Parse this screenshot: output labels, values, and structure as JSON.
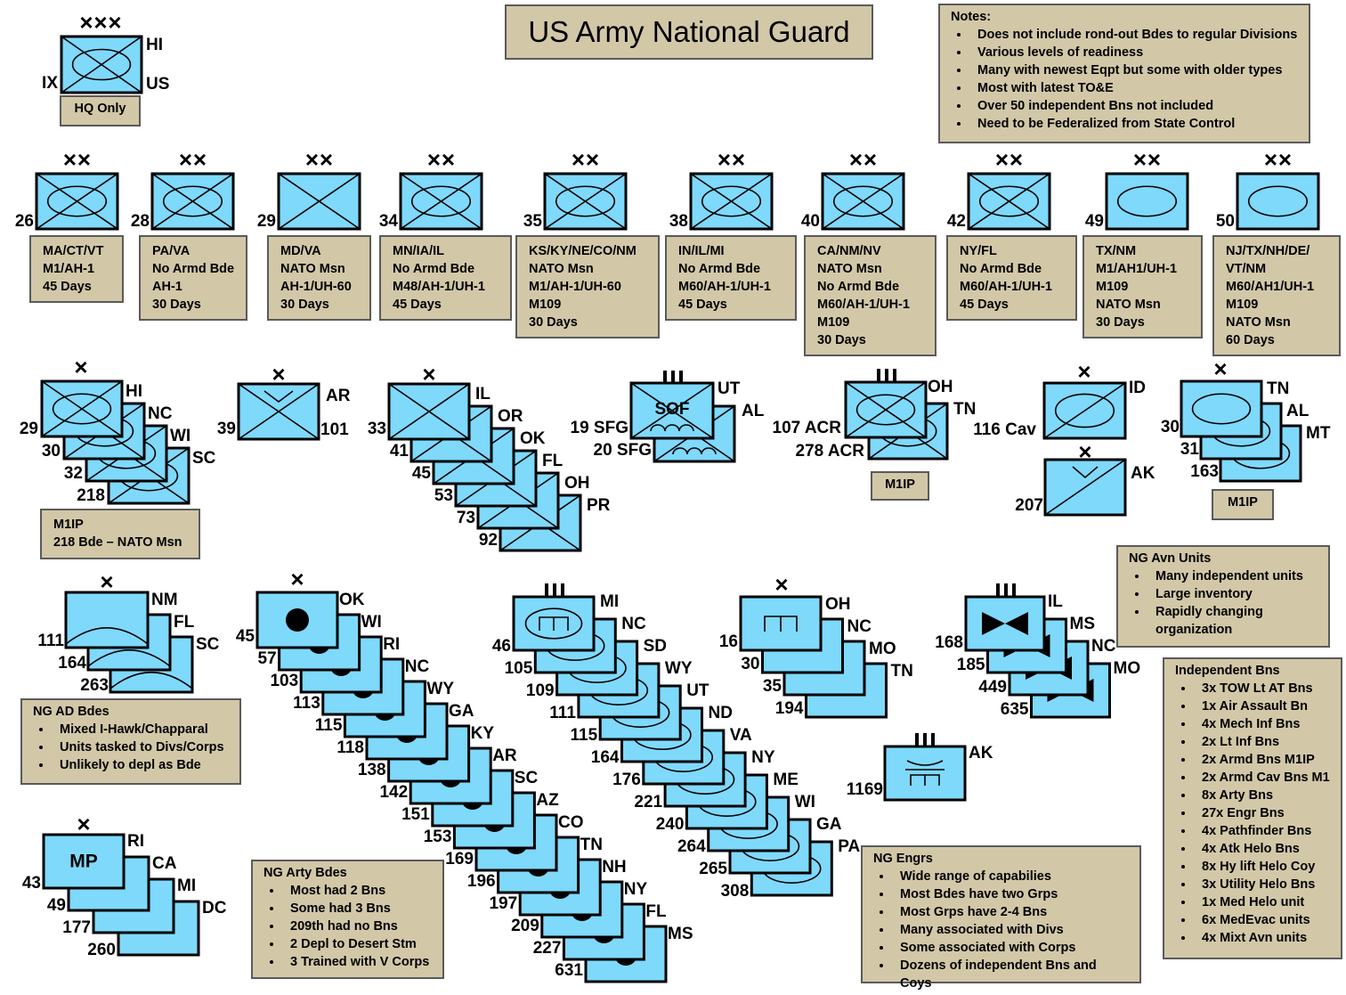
{
  "title": "US Army National Guard",
  "colors": {
    "unit_fill": "#7fd9fb",
    "note_fill": "#d2c8a8",
    "border": "#000000"
  },
  "notes": {
    "title": "Notes:",
    "items": [
      "Does not include rond-out Bdes to regular Divisions",
      "Various levels of readiness",
      "Many with newest Eqpt but some with older types",
      "Most with latest TO&E",
      "Over 50 independent Bns not included",
      "Need to be Federalized from State Control"
    ]
  },
  "corps": {
    "echelon": "XXX",
    "left": "IX",
    "top_right": "HI",
    "right": "US",
    "note": "HQ Only"
  },
  "divisions": [
    {
      "num": "26",
      "lines": [
        "MA/CT/VT",
        "M1/AH-1",
        "45 Days"
      ]
    },
    {
      "num": "28",
      "lines": [
        "PA/VA",
        "No Armd Bde",
        "AH-1",
        "30 Days"
      ]
    },
    {
      "num": "29",
      "lines": [
        "MD/VA",
        "NATO Msn",
        "AH-1/UH-60",
        "30 Days"
      ]
    },
    {
      "num": "34",
      "lines": [
        "MN/IA/IL",
        "No Armd Bde",
        "M48/AH-1/UH-1",
        "45 Days"
      ]
    },
    {
      "num": "35",
      "lines": [
        "KS/KY/NE/CO/NM",
        "NATO Msn",
        "M1/AH-1/UH-60",
        "M109",
        "30 Days"
      ]
    },
    {
      "num": "38",
      "lines": [
        "IN/IL/MI",
        "No Armd Bde",
        "M60/AH-1/UH-1",
        "45 Days"
      ]
    },
    {
      "num": "40",
      "lines": [
        "CA/NM/NV",
        "NATO Msn",
        "No Armd Bde",
        "M60/AH-1/UH-1",
        "M109",
        "30 Days"
      ]
    },
    {
      "num": "42",
      "lines": [
        "NY/FL",
        "No Armd Bde",
        "M60/AH-1/UH-1",
        "45 Days"
      ]
    },
    {
      "num": "49",
      "lines": [
        "TX/NM",
        "M1/AH1/UH-1",
        "M109",
        "NATO Msn",
        "30 Days"
      ]
    },
    {
      "num": "50",
      "lines": [
        "NJ/TX/NH/DE/",
        "VT/NM",
        "M60/AH1/UH-1",
        "M109",
        "NATO Msn",
        "60 Days"
      ]
    }
  ],
  "echelons": {
    "division": "XX",
    "brigade": "X",
    "group": "III"
  },
  "mech_bdes": {
    "nums": [
      "29",
      "30",
      "32",
      "218"
    ],
    "states": [
      "HI",
      "NC",
      "WI",
      "SC"
    ],
    "note": [
      "M1IP",
      "218 Bde – NATO Msn"
    ]
  },
  "air_bde": {
    "num": "39",
    "state": "AR",
    "right": "101"
  },
  "inf_bdes": {
    "nums": [
      "33",
      "41",
      "45",
      "53",
      "73",
      "92"
    ],
    "states": [
      "IL",
      "OR",
      "OK",
      "FL",
      "OH",
      "PR"
    ]
  },
  "sfg": {
    "label": "SOF",
    "nums": [
      "19 SFG",
      "20 SFG"
    ],
    "states": [
      "UT",
      "AL"
    ]
  },
  "acr": {
    "nums": [
      "107 ACR",
      "278 ACR"
    ],
    "states": [
      "OH",
      "TN"
    ],
    "note": "M1IP"
  },
  "cav": {
    "num": "116 Cav",
    "state": "ID"
  },
  "ak_air": {
    "num": "207",
    "state": "AK"
  },
  "armor_bdes": {
    "nums": [
      "30",
      "31",
      "163"
    ],
    "states": [
      "TN",
      "AL",
      "MT"
    ],
    "note": "M1IP"
  },
  "ad_bdes": {
    "nums": [
      "111",
      "164",
      "263"
    ],
    "states": [
      "NM",
      "FL",
      "SC"
    ]
  },
  "ad_note": {
    "title": "NG AD Bdes",
    "items": [
      "Mixed I-Hawk/Chapparal",
      "Units tasked to Divs/Corps",
      "Unlikely to depl as Bde"
    ]
  },
  "mp_bdes": {
    "label": "MP",
    "nums": [
      "43",
      "49",
      "177",
      "260"
    ],
    "states": [
      "RI",
      "CA",
      "MI",
      "DC"
    ]
  },
  "arty_bdes": {
    "nums": [
      "45",
      "57",
      "103",
      "113",
      "115",
      "118",
      "138",
      "142",
      "151",
      "153",
      "169",
      "196",
      "197",
      "209",
      "227",
      "631"
    ],
    "states": [
      "OK",
      "WI",
      "RI",
      "NC",
      "WY",
      "GA",
      "KY",
      "AR",
      "SC",
      "AZ",
      "CO",
      "TN",
      "NH",
      "NY",
      "FL",
      "MS"
    ]
  },
  "arty_note": {
    "title": "NG Arty Bdes",
    "items": [
      "Most had 2 Bns",
      "Some had 3 Bns",
      "209th had no Bns",
      "2 Depl to Desert Stm",
      "3 Trained with V Corps"
    ]
  },
  "engr_groups": {
    "nums": [
      "46",
      "105",
      "109",
      "111",
      "115",
      "164",
      "176",
      "221",
      "240",
      "264",
      "265",
      "308"
    ],
    "states": [
      "MI",
      "NC",
      "SD",
      "WY",
      "UT",
      "ND",
      "VA",
      "NY",
      "ME",
      "WI",
      "GA",
      "PA"
    ]
  },
  "engr_bdes": {
    "nums": [
      "16",
      "30",
      "35",
      "194"
    ],
    "states": [
      "OH",
      "NC",
      "MO",
      "TN"
    ]
  },
  "avn_groups": {
    "nums": [
      "168",
      "185",
      "449",
      "635"
    ],
    "states": [
      "IL",
      "MS",
      "NC",
      "MO"
    ]
  },
  "ak_engr": {
    "num": "1169",
    "state": "AK"
  },
  "engr_note": {
    "title": "NG Engrs",
    "items": [
      "Wide range of capabilies",
      "Most Bdes have two Grps",
      "Most Grps have 2-4 Bns",
      "Many associated with Divs",
      "Some associated with Corps",
      "Dozens of independent Bns and Coys"
    ]
  },
  "avn_note": {
    "title": "NG Avn Units",
    "items": [
      "Many independent units",
      "Large inventory",
      "Rapidly changing",
      "organization"
    ]
  },
  "bns_note": {
    "title": "Independent Bns",
    "items": [
      "3x TOW Lt AT Bns",
      "1x Air Assault Bn",
      "4x Mech Inf Bns",
      "2x Lt Inf Bns",
      "2x Armd Bns M1IP",
      "2x Armd Cav Bns M1",
      "8x Arty Bns",
      "27x Engr Bns",
      "4x Pathfinder Bns",
      "4x Atk Helo Bns",
      "8x Hy lift Helo Coy",
      "3x Utility Helo Bns",
      "1x Med Helo unit",
      "6x MedEvac units",
      "4x Mixt Avn units"
    ]
  }
}
